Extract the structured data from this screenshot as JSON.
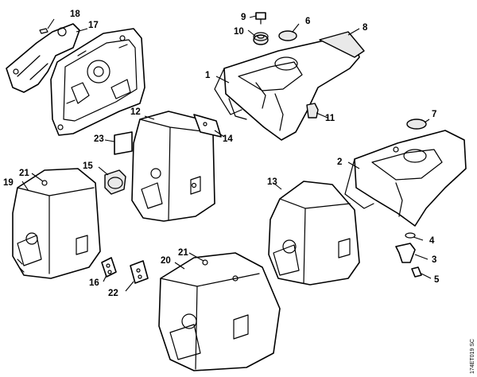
{
  "callouts": {
    "p1": "1",
    "p2": "2",
    "p3": "3",
    "p4": "4",
    "p5": "5",
    "p6": "6",
    "p7": "7",
    "p8": "8",
    "p9": "9",
    "p10": "10",
    "p11": "11",
    "p12": "12",
    "p13": "13",
    "p14": "14",
    "p15": "15",
    "p16": "16",
    "p17": "17",
    "p18": "18",
    "p19": "19",
    "p20": "20",
    "p21a": "21",
    "p21b": "21",
    "p22": "22",
    "p23": "23"
  },
  "document_id": "174ET019 SC"
}
